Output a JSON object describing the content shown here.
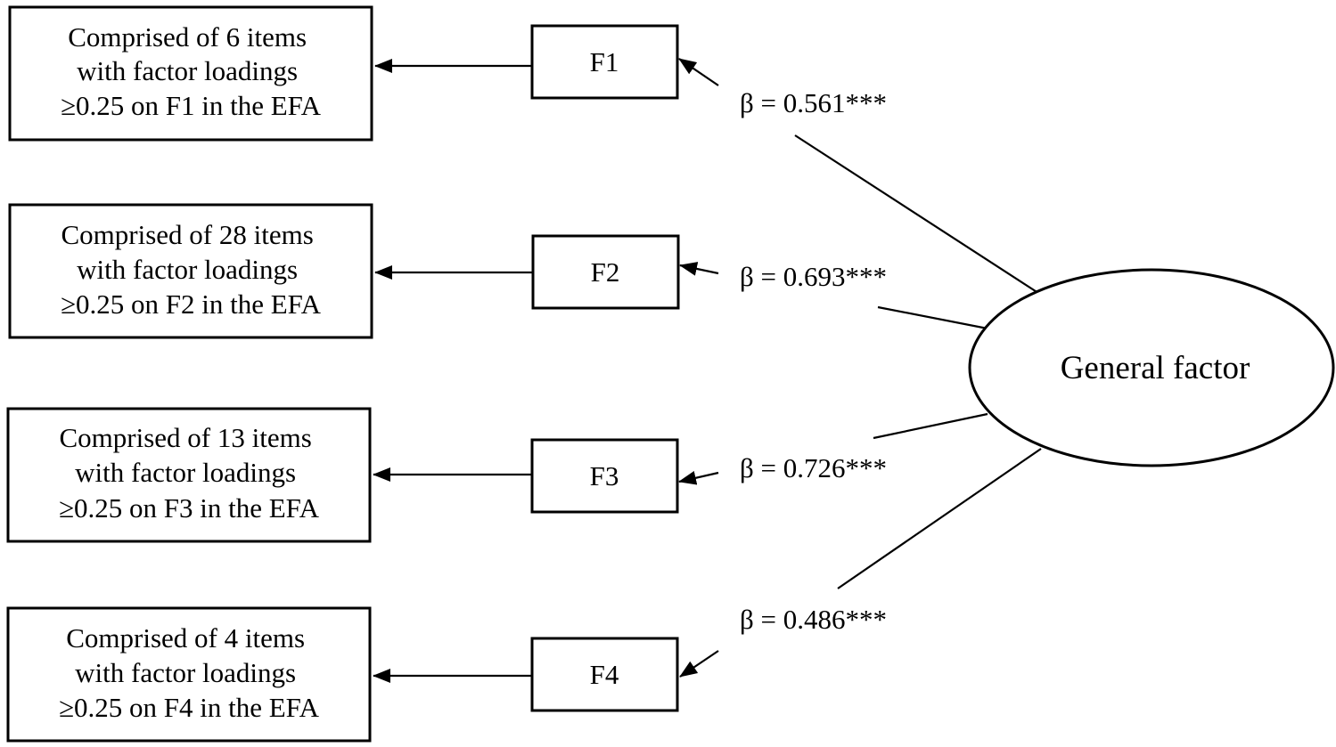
{
  "diagram": {
    "general_factor": {
      "label": "General factor"
    },
    "factors": [
      {
        "id": "F1",
        "label": "F1",
        "loading": "β = 0.561***",
        "description": [
          "Comprised of 6 items",
          "with factor loadings",
          "≥0.25 on F1 in the EFA"
        ]
      },
      {
        "id": "F2",
        "label": "F2",
        "loading": "β = 0.693***",
        "description": [
          "Comprised of 28 items",
          "with factor loadings",
          "≥0.25 on F2 in the EFA"
        ]
      },
      {
        "id": "F3",
        "label": "F3",
        "loading": "β = 0.726***",
        "description": [
          "Comprised of 13 items",
          "with factor loadings",
          "≥0.25 on F3 in the EFA"
        ]
      },
      {
        "id": "F4",
        "label": "F4",
        "loading": "β = 0.486***",
        "description": [
          "Comprised of 4 items",
          "with factor loadings",
          "≥0.25 on F4 in the EFA"
        ]
      }
    ]
  }
}
